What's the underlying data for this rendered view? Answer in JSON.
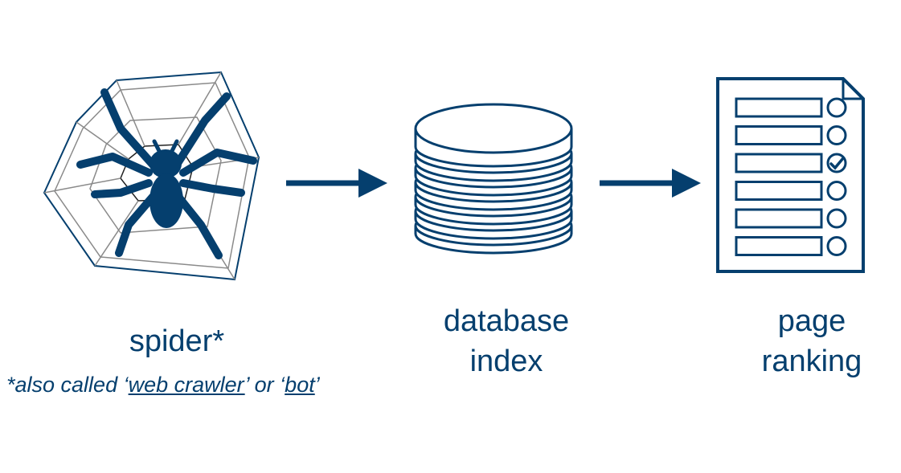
{
  "labels": {
    "spider": "spider*",
    "database_line1": "database",
    "database_line2": "index",
    "ranking_line1": "page",
    "ranking_line2": "ranking"
  },
  "footnote": {
    "prefix": "*also called ‘",
    "term1": "web crawler",
    "middle": "’ or ‘",
    "term2": "bot",
    "suffix": "’"
  },
  "colors": {
    "primary": "#053f6e",
    "web_lines": "#8a8a8a"
  },
  "icons": [
    "spider-web-icon",
    "database-icon",
    "ranked-list-icon",
    "arrow-right-icon"
  ],
  "ranking_list": {
    "rows": 6,
    "checked_row": 3
  }
}
